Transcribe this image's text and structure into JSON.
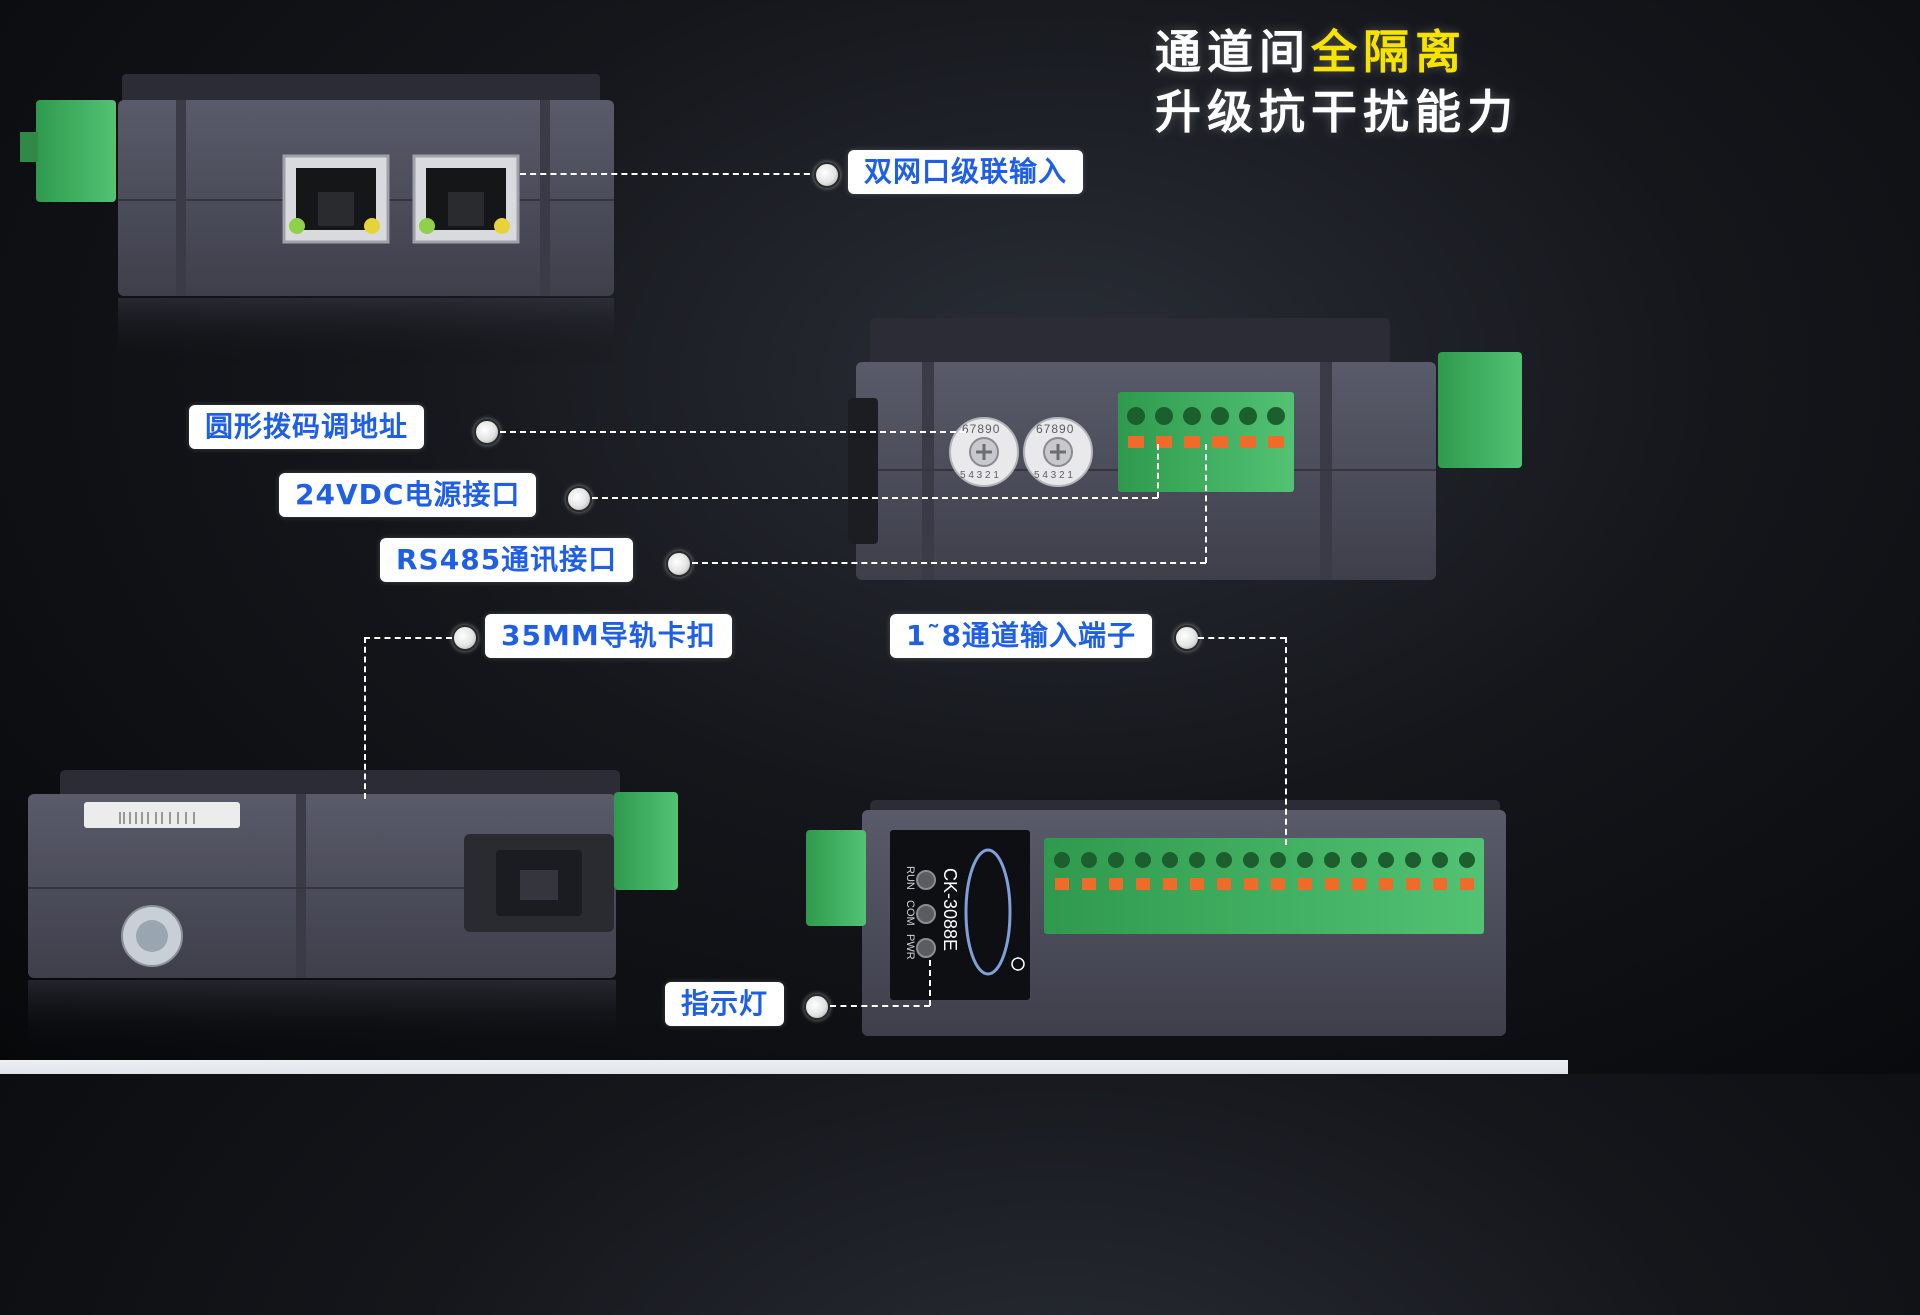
{
  "headline": {
    "line1_prefix": "通道间",
    "line1_highlight": "全隔离",
    "line2": "升级抗干扰能力",
    "text_color": "#ffffff",
    "highlight_color": "#f7e300"
  },
  "callouts": {
    "dual_ethernet": "双网口级联输入",
    "rotary_dip": "圆形拨码调地址",
    "power_24vdc": "24VDC电源接口",
    "rs485": "RS485通讯接口",
    "din_rail": "35MM导轨卡扣",
    "channel_terminals": "1˜8通道输入端子",
    "indicator_lights": "指示灯",
    "label_bg": "#ffffff",
    "label_text_color": "#1f5fe6"
  },
  "device": {
    "model": "CK-3088E",
    "led_labels": [
      "RUN",
      "COM",
      "PWR"
    ],
    "rotary_digits": "67890",
    "rotary_digits_lower": "5 4 3 2 1",
    "body_color": "#4a4b58",
    "terminal_color": "#3fae5c",
    "lever_color": "#f06a2a"
  },
  "icons": [
    "logo-icon",
    "registered-icon",
    "ethernet-port-icon",
    "rotary-switch-icon",
    "terminal-block-icon"
  ]
}
